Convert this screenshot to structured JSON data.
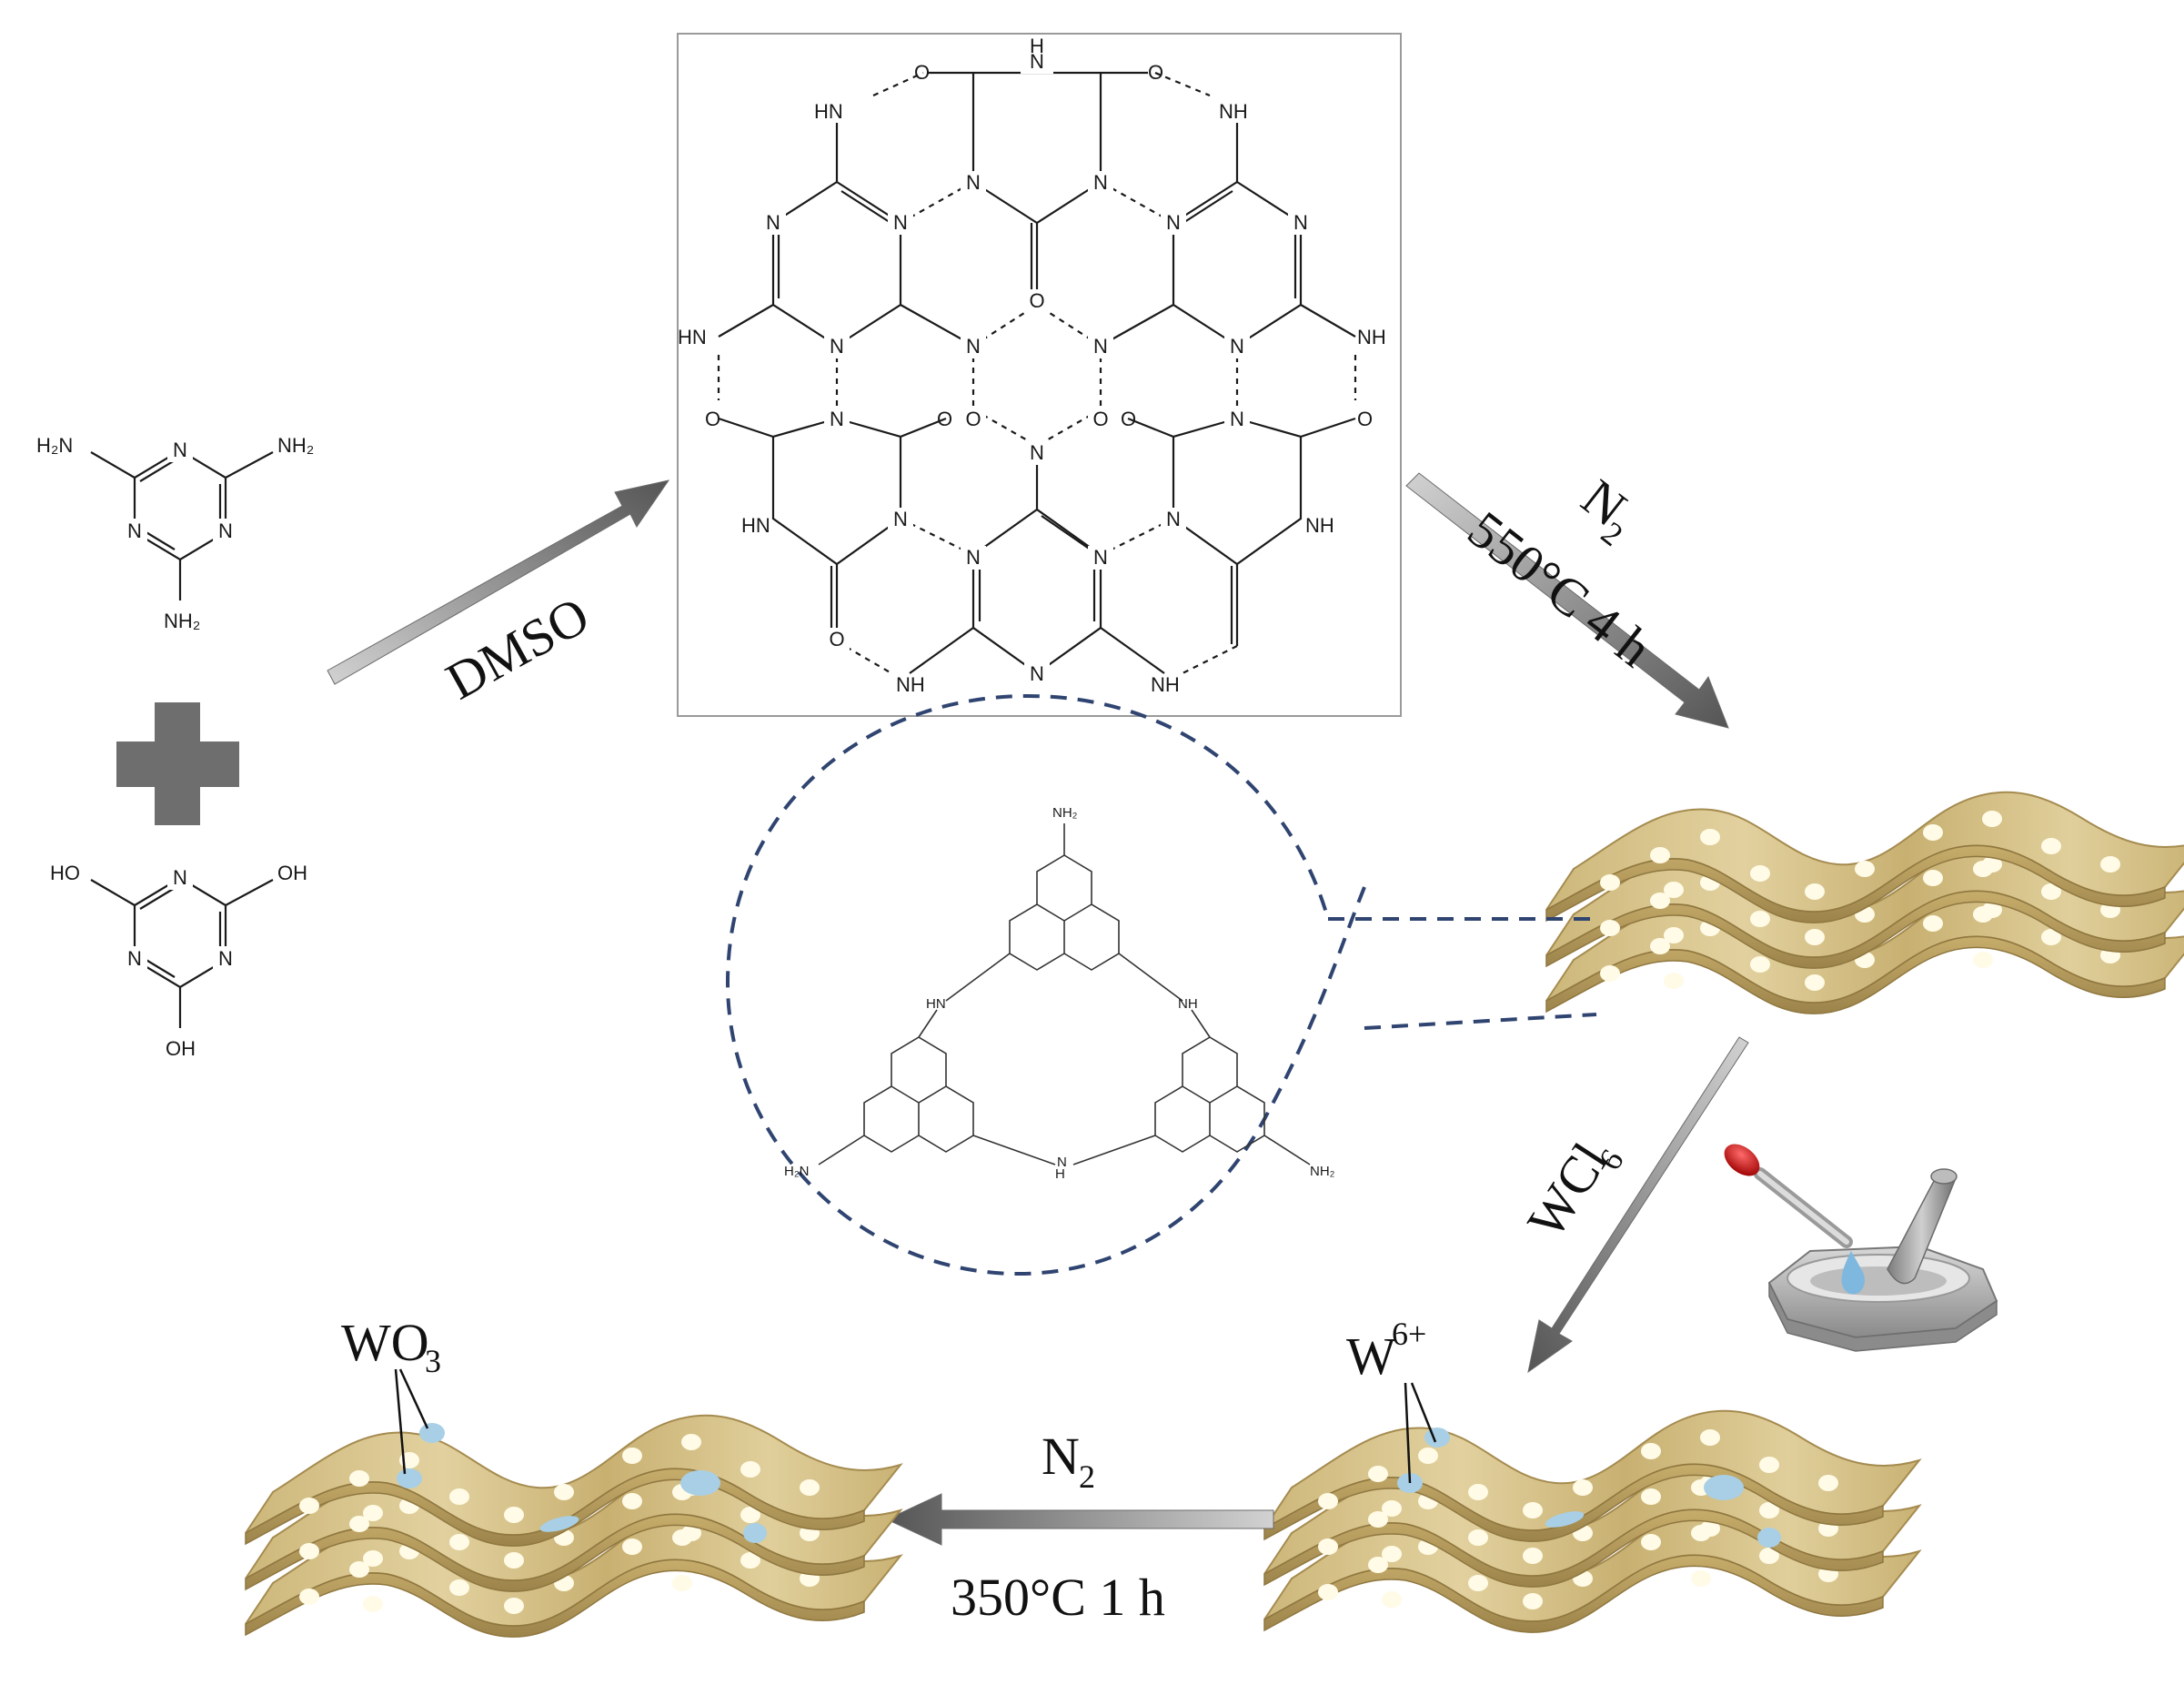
{
  "labels": {
    "dmso": "DMSO",
    "n2_top": "N",
    "n2_top_sub": "2",
    "temp_top": "550°C 4 h",
    "wcl6_main": "WCl",
    "wcl6_sub": "6",
    "w_ion": "W",
    "w_ion_sup": "6+",
    "n2_bottom": "N",
    "n2_bottom_sub": "2",
    "temp_bottom": "350°C 1 h",
    "wo3_main": "WO",
    "wo3_sub": "3"
  },
  "melamine": {
    "amine_top_left": "H₂N",
    "amine_top_right": "NH₂",
    "amine_bottom": "NH₂",
    "ring_n": "N"
  },
  "cyanuric_acid": {
    "oh_left": "HO",
    "oh_right": "OH",
    "oh_bottom": "OH",
    "ring_n": "N"
  },
  "atoms": {
    "n": "N",
    "nh": "NH",
    "hn": "HN",
    "o": "O",
    "h": "H",
    "nh2": "NH₂",
    "h2n": "H₂N"
  },
  "colors": {
    "sheet_fill": "#d8c48c",
    "sheet_edge": "#b29a5a",
    "pore": "#fffbe6",
    "w_dot": "#a8cfe6",
    "arrow_dark": "#6a6a6a",
    "arrow_light": "#c8c8c8",
    "dashed_circle": "#2f4470"
  }
}
